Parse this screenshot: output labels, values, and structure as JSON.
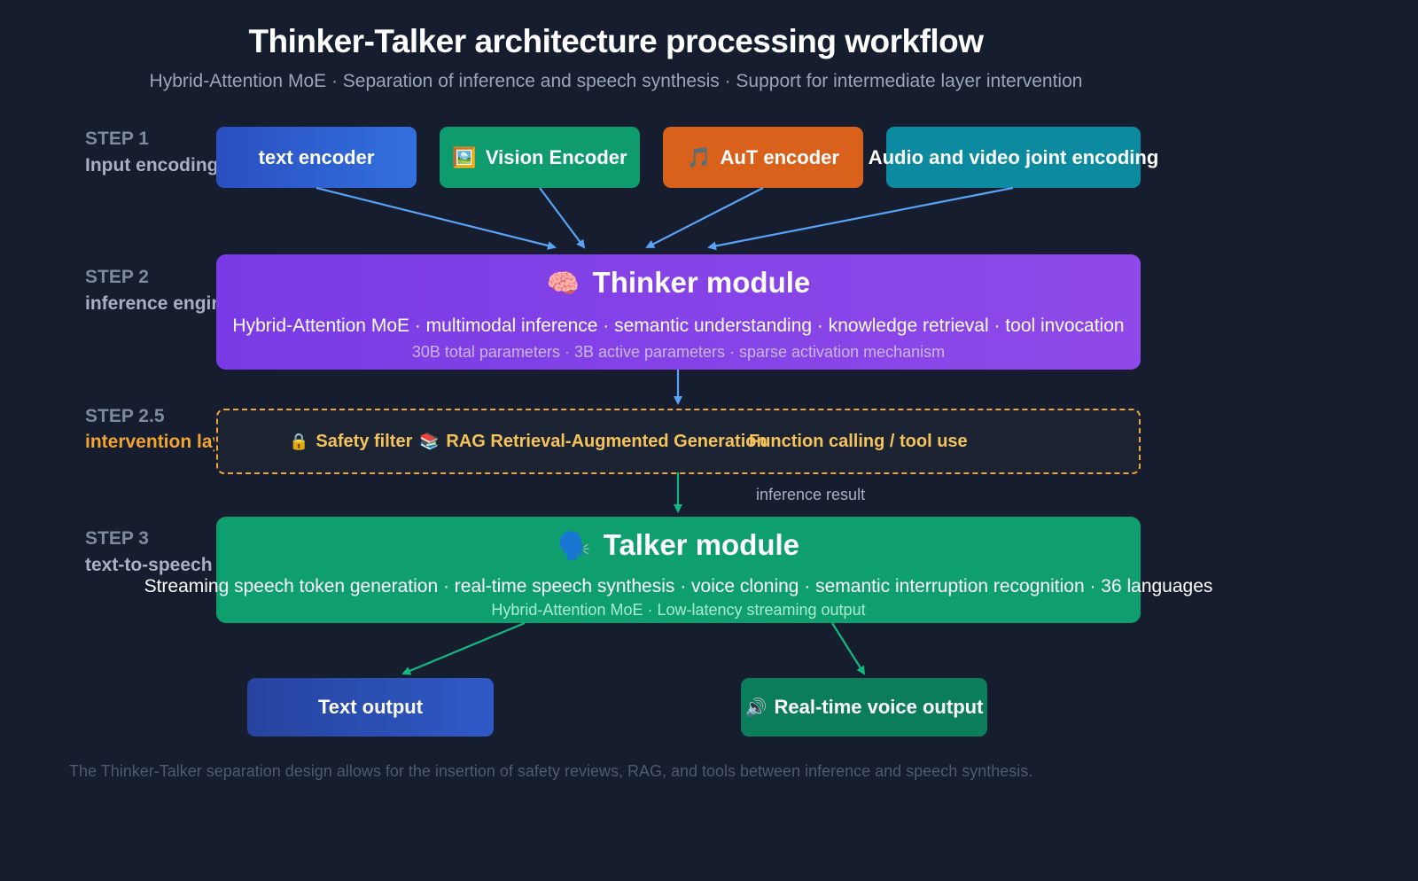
{
  "title": "Thinker-Talker architecture processing workflow",
  "subtitle": "Hybrid-Attention MoE · Separation of inference and speech synthesis · Support for intermediate layer intervention",
  "steps": [
    {
      "num": "STEP 1",
      "name": "Input encoding"
    },
    {
      "num": "STEP 2",
      "name": "inference engine"
    },
    {
      "num": "STEP 2.5",
      "name": "intervention layer"
    },
    {
      "num": "STEP 3",
      "name": "text-to-speech"
    }
  ],
  "encoders": {
    "text": {
      "label": "text encoder"
    },
    "vision": {
      "label": "Vision Encoder",
      "icon": "🖼️"
    },
    "audio": {
      "label": "AuT encoder",
      "icon": "🎵"
    },
    "av": {
      "label": "Audio and video joint encoding"
    }
  },
  "thinker": {
    "icon": "🧠",
    "title": "Thinker module",
    "line": "Hybrid-Attention MoE · multimodal inference · semantic understanding · knowledge retrieval · tool invocation",
    "sub": "30B total parameters · 3B active parameters · sparse activation mechanism"
  },
  "intervention": {
    "items": [
      {
        "icon": "🔒",
        "label": "Safety filter"
      },
      {
        "icon": "📚",
        "label": "RAG Retrieval-Augmented Generation"
      },
      {
        "icon": "",
        "label": "Function calling / tool use"
      }
    ]
  },
  "edge_label": "inference result",
  "talker": {
    "icon": "🗣️",
    "title": "Talker module",
    "line": "Streaming speech token generation · real-time speech synthesis · voice cloning · semantic interruption recognition · 36 languages",
    "sub": "Hybrid-Attention MoE · Low-latency streaming output"
  },
  "outputs": {
    "text": {
      "label": "Text output"
    },
    "voice": {
      "label": "Real-time voice output",
      "icon": "🔊"
    }
  },
  "footer": "The Thinker-Talker separation design allows for the insertion of safety reviews, RAG, and tools between inference and speech synthesis.",
  "colors": {
    "background": "#151d2f",
    "thinker": "#8a45e8",
    "talker": "#0f9e6d",
    "intervention_border": "#f2a531",
    "arrow_blue": "#5aa2f5",
    "arrow_green": "#12b97f"
  }
}
